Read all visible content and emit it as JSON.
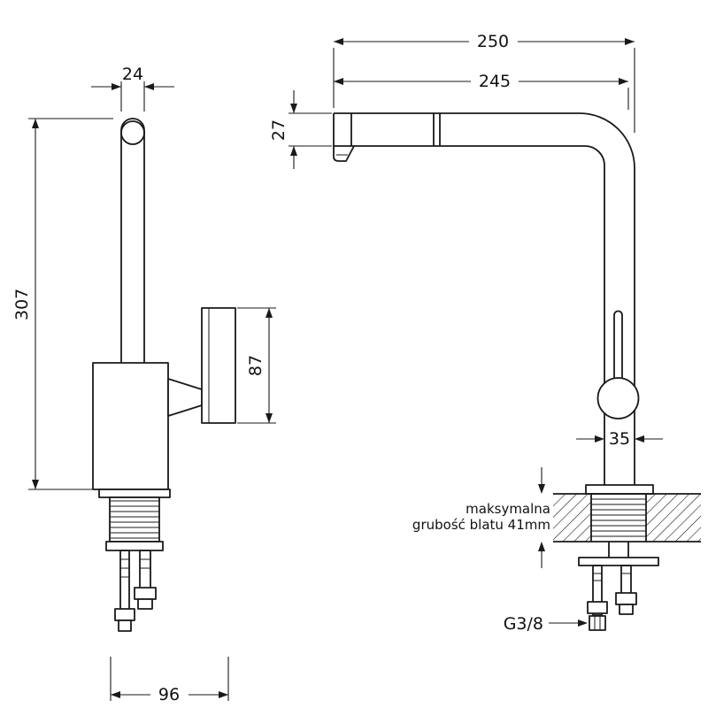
{
  "drawing": {
    "type": "faucet-installation-technical-drawing",
    "colors": {
      "line": "#1a1a1a",
      "background": "#ffffff"
    },
    "left_view": {
      "dim_spout_width": "24",
      "dim_total_height": "307",
      "dim_handle_height": "87",
      "dim_base_depth": "96"
    },
    "right_view": {
      "dim_reach_outer": "250",
      "dim_reach_inner": "245",
      "dim_spout_height": "27",
      "dim_body_width": "35",
      "note_line1": "maksymalna",
      "note_line2": "grubość blatu 41mm",
      "thread_label": "G3/8"
    }
  }
}
